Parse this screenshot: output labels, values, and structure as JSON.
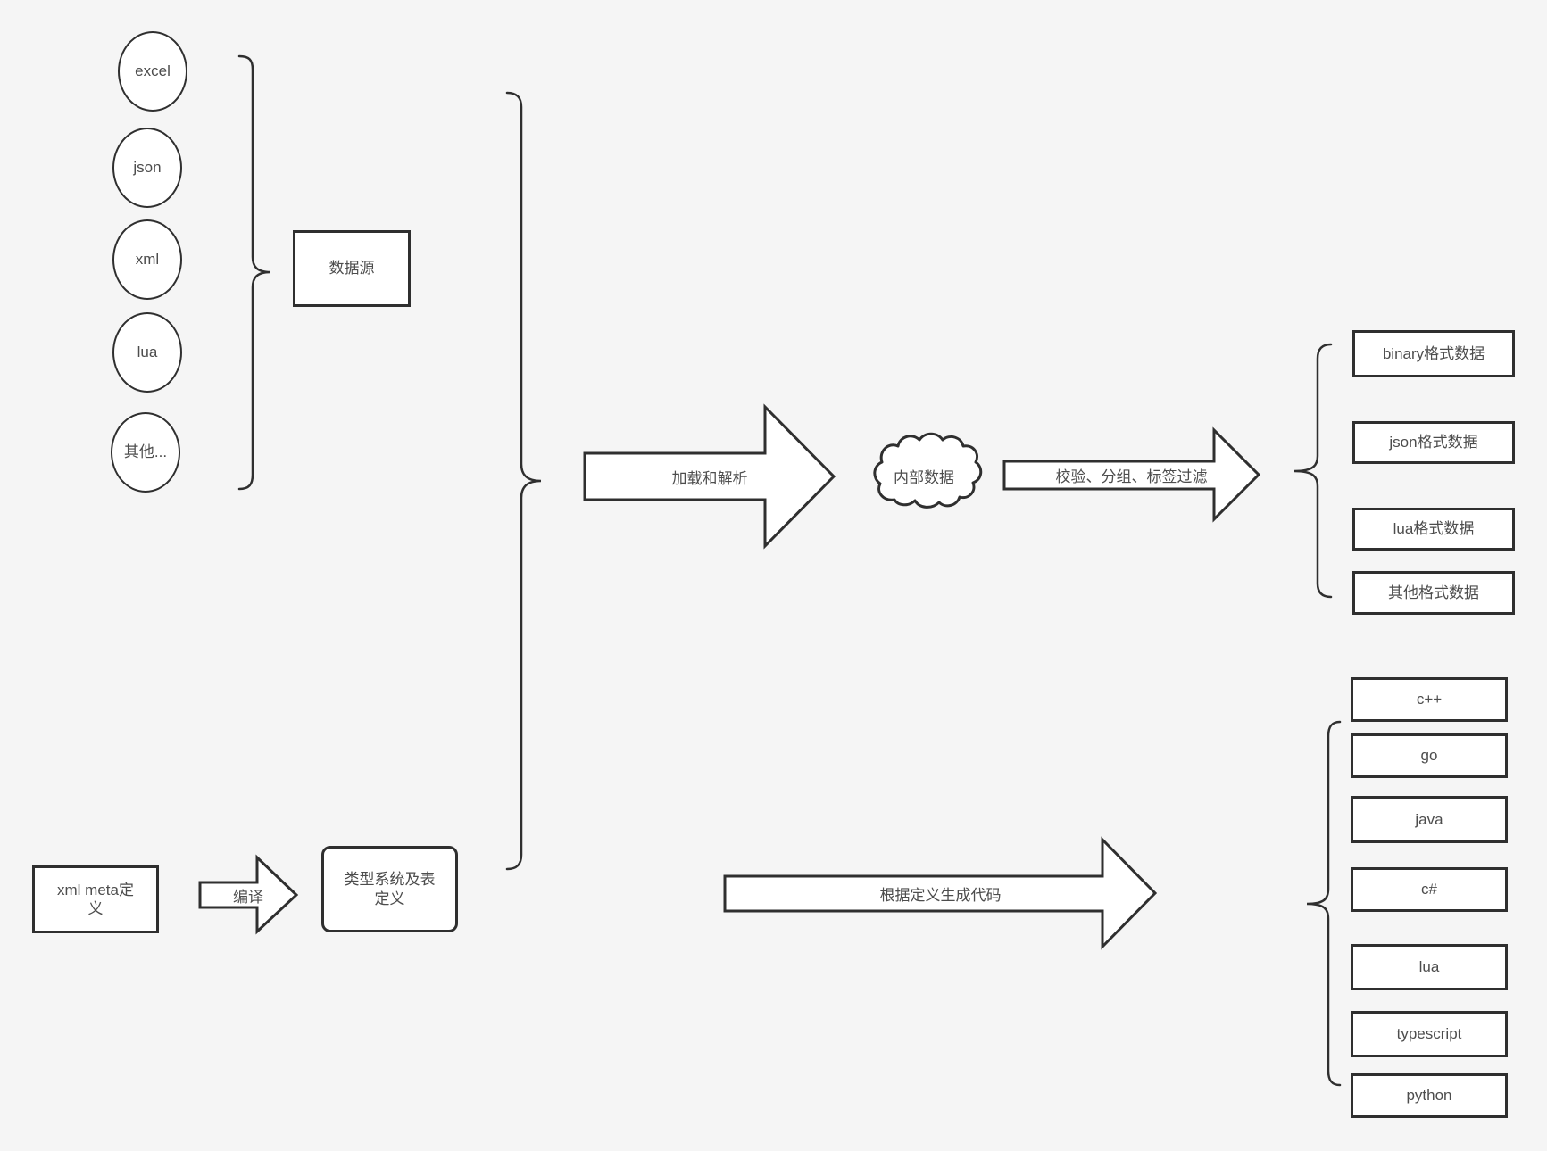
{
  "colors": {
    "background": "#f5f5f5",
    "shape_fill": "#ffffff",
    "stroke": "#2f2f2f",
    "text": "#4d4d4d"
  },
  "sources": {
    "items": [
      "excel",
      "json",
      "xml",
      "lua",
      "其他..."
    ],
    "group_label": "数据源"
  },
  "pipeline": {
    "load_arrow_label": "加载和解析",
    "internal_data_label": "内部数据",
    "filter_arrow_label": "校验、分组、标签过滤"
  },
  "output_formats": {
    "items": [
      "binary格式数据",
      "json格式数据",
      "lua格式数据",
      "其他格式数据"
    ]
  },
  "definition_flow": {
    "xml_meta_label": "xml meta定义",
    "compile_arrow_label": "编译",
    "type_system_label": "类型系统及表定义",
    "codegen_arrow_label": "根据定义生成代码"
  },
  "languages": {
    "items": [
      "c++",
      "go",
      "java",
      "c#",
      "lua",
      "typescript",
      "python"
    ]
  }
}
